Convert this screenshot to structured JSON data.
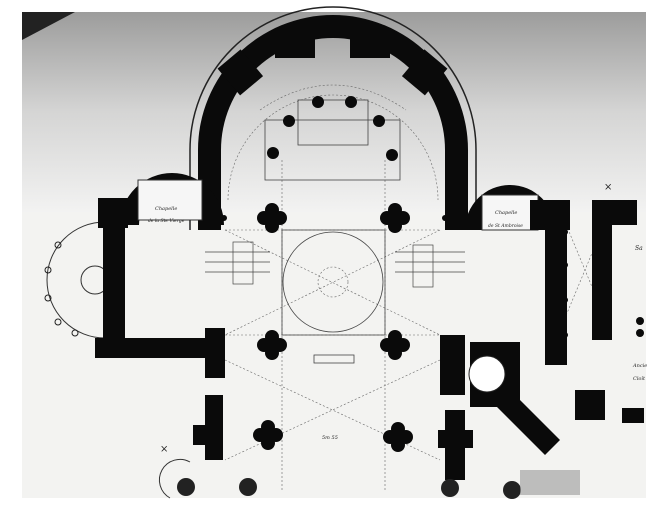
{
  "title": "Floor plan of church apse and chapels",
  "labels": {
    "left_chapel": "Chapelle",
    "left_chapel_sub": "de la Ste Vierge",
    "right_chapel": "Chapelle",
    "right_chapel_sub": "de St Ambroise",
    "right_room": "Sa",
    "cloister_1": "Ancie",
    "cloister_2": "Cloît",
    "dimension": "5m 55"
  },
  "colors": {
    "wall": "#0a0a0a",
    "paper": "#f4f4f2",
    "shade": "#8a8a8a",
    "line": "#555555"
  }
}
